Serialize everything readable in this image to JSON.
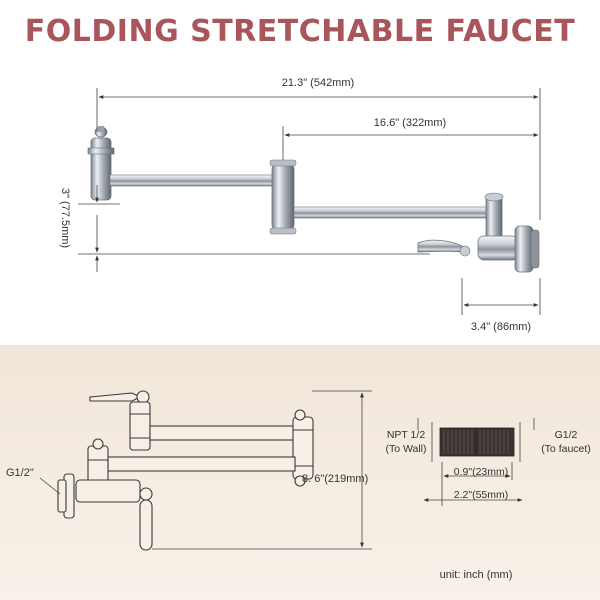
{
  "title": "FOLDING STRETCHABLE FAUCET",
  "top_view": {
    "overall_width": "21.3\" (542mm)",
    "arm_length": "16.6\" (322mm)",
    "height": "3\" (77.5mm)",
    "depth": "3.4\" (86mm)"
  },
  "bottom_view": {
    "inlet": "G1/2\"",
    "height": "8. 6\"(219mm)",
    "npt": "NPT 1/2",
    "to_wall": "(To Wall)",
    "g12": "G1/2",
    "to_faucet": "(To faucet)",
    "inner_length": "0.9\"(23mm)",
    "outer_length": "2.2\"(55mm)",
    "unit": "unit: inch (mm)"
  },
  "colors": {
    "title": "#a8555c",
    "lower_bg": "#f1e6d9"
  }
}
